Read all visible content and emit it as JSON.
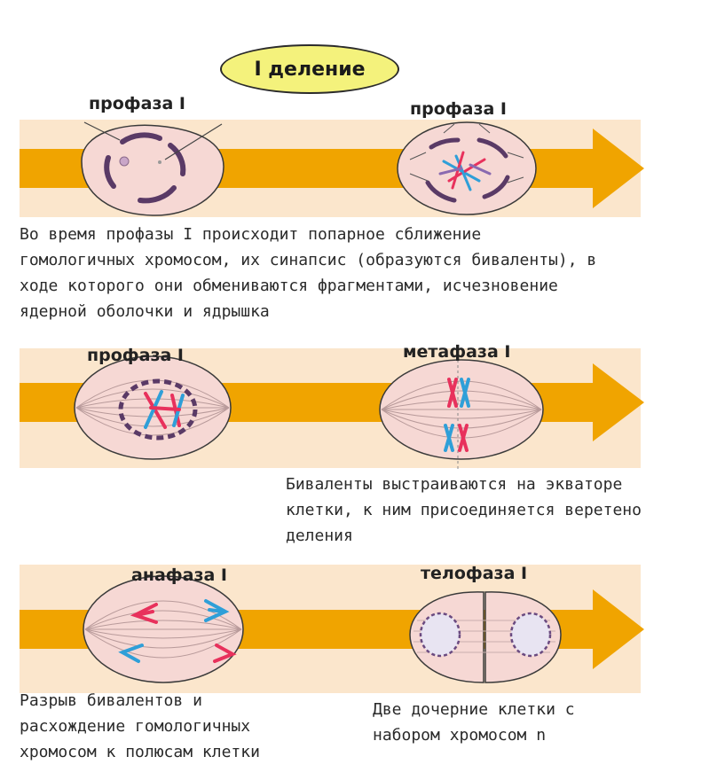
{
  "title": "I деление",
  "stages": [
    {
      "label": "профаза I"
    },
    {
      "label": "профаза I"
    },
    {
      "label": "профаза I"
    },
    {
      "label": "метафаза I"
    },
    {
      "label": "анафаза I"
    },
    {
      "label": "телофаза I"
    }
  ],
  "descriptions": {
    "prophase": [
      "Во время профазы I происходит попарное сближение",
      "гомологичных хромосом, их синапсис (образуются биваленты), в",
      "ходе которого они обмениваются фрагментами, исчезновение",
      "ядерной оболочки и ядрышка"
    ],
    "metaphase": [
      "Биваленты выстраиваются на экваторе",
      "клетки, к ним присоединяется веретено",
      "деления"
    ],
    "anaphase": [
      "Разрыв бивалентов и",
      "расхождение гомологичных",
      "хромосом к полюсам клетки"
    ],
    "telophase": [
      "Две дочерние клетки с",
      "набором хромосом n"
    ]
  },
  "colors": {
    "arrow": "#f0a400",
    "band": "#fbe6cc",
    "cell": "#f6d8d4",
    "cell_outline": "#3a3a3a",
    "chromosome_red": "#e8315c",
    "chromosome_blue": "#2f9fd8",
    "membrane": "#5a3a66",
    "title_oval": "#f4f27c"
  }
}
